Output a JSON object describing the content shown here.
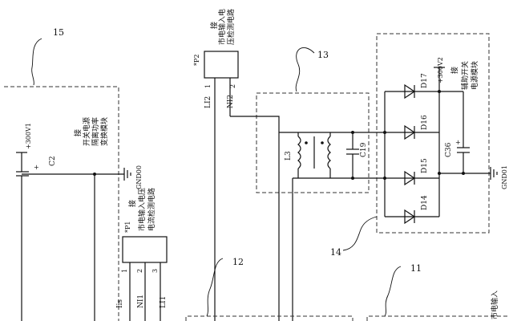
{
  "callouts": {
    "c15": "15",
    "c13": "13",
    "c12": "12",
    "c14": "14",
    "c11": "11"
  },
  "module15": {
    "note_line1": "接",
    "note_line2": "开关电源",
    "note_line3": "隔离功率",
    "note_line4": "变换模块",
    "v_label": "+300V1",
    "cap_label": "C2",
    "cap_plus": "+",
    "gnd_label": "GND00"
  },
  "p2": {
    "ref": "*P2",
    "pin1": "1",
    "pin2": "2",
    "note_line1": "接",
    "note_line2": "市电输入电",
    "note_line3": "压检测电路",
    "net1": "LI2",
    "net2": "NI2"
  },
  "p1": {
    "ref": "*P1",
    "pin1": "1",
    "pin2": "2",
    "pin3": "3",
    "note_line1": "接",
    "note_line2": "市电输入电压",
    "note_line3": "电流检测电路",
    "net1": "Iis",
    "net2": "NI1",
    "net3": "LI1"
  },
  "filter": {
    "inductor": "L3",
    "capacitor": "C19"
  },
  "rectifier": {
    "d17": "D17",
    "d16": "D16",
    "d15": "D15",
    "d14": "D14",
    "v_label": "+300V2",
    "cap_label": "C36",
    "cap_plus": "+",
    "gnd_label": "GND01",
    "note_line1": "接",
    "note_line2": "辅助开关",
    "note_line3": "电源模块"
  },
  "bottom_right": {
    "note_fragment": "市电输入"
  }
}
